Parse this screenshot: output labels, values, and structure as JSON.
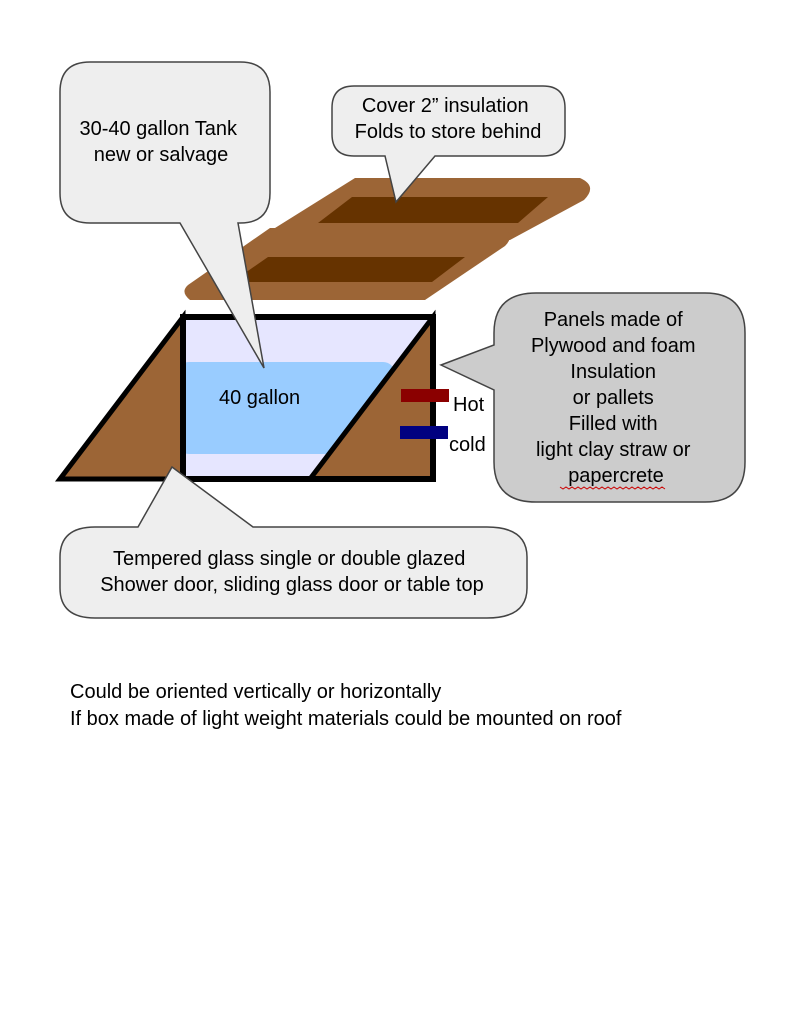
{
  "callouts": {
    "tank": {
      "lines": [
        "30-40 gallon Tank",
        "new or salvage"
      ]
    },
    "cover": {
      "lines": [
        "Cover 2” insulation",
        "Folds to store behind"
      ]
    },
    "panels": {
      "lines": [
        "Panels made of",
        "Plywood and foam",
        "Insulation",
        "or pallets",
        "Filled with",
        "light clay straw or",
        "papercrete"
      ]
    },
    "glass": {
      "lines": [
        "Tempered glass single or double glazed",
        "Shower door, sliding glass door or table top"
      ]
    }
  },
  "tank_label": "40 gallon",
  "pipes": {
    "hot_label": "Hot",
    "cold_label": "cold",
    "hot_color": "#8b0000",
    "cold_color": "#000080"
  },
  "colors": {
    "wood": "#9c6536",
    "wood_dark": "#663300",
    "tank": "#99ccff",
    "glass": "#e6e6ff",
    "callout_light": "#eeeeee",
    "callout_dark": "#cccccc"
  },
  "notes": [
    "Could be oriented vertically or horizontally",
    "If  box made of light weight materials could be mounted on roof"
  ]
}
